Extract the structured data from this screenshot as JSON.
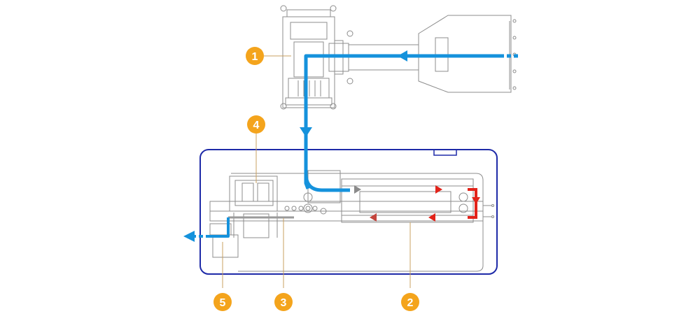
{
  "colors": {
    "flow_blue": "#1592dc",
    "flow_red": "#e2231a",
    "flow_gray": "#8a8a8a",
    "enclosure": "#1e2aa8",
    "marker": "#f4a41c",
    "line": "#8c8c8c"
  },
  "markers": [
    {
      "id": "marker-1",
      "label": "1"
    },
    {
      "id": "marker-2",
      "label": "2"
    },
    {
      "id": "marker-3",
      "label": "3"
    },
    {
      "id": "marker-4",
      "label": "4"
    },
    {
      "id": "marker-5",
      "label": "5"
    }
  ]
}
